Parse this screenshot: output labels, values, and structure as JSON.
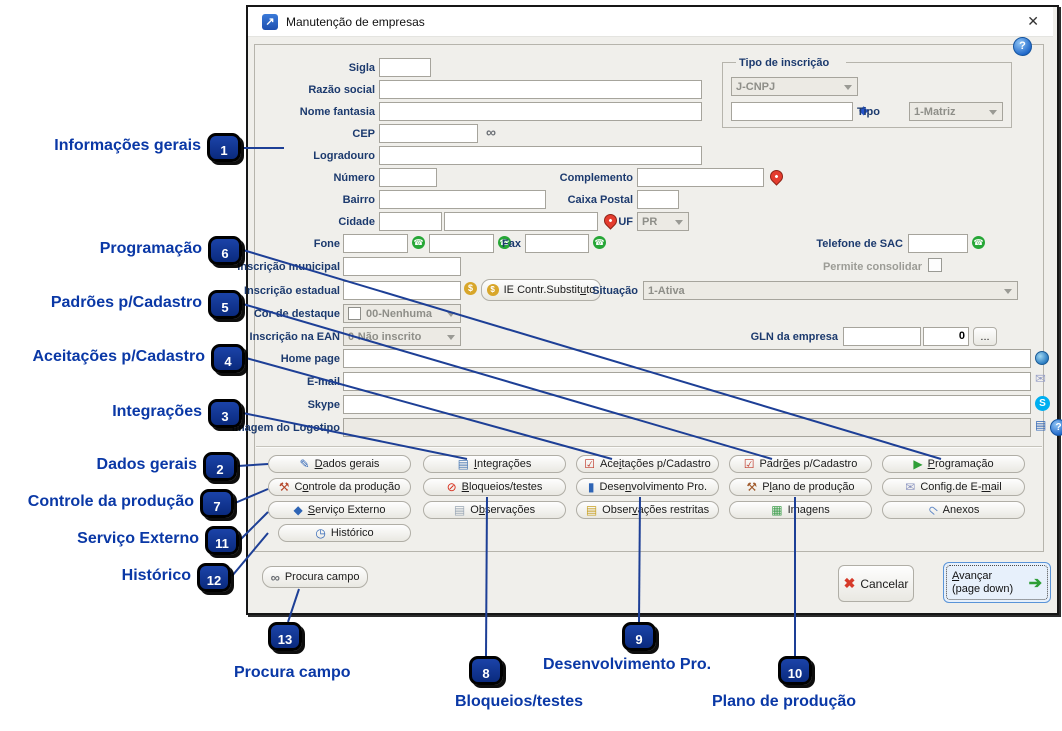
{
  "window": {
    "title": "Manutenção de empresas"
  },
  "form": {
    "sigla": {
      "label": "Sigla",
      "value": ""
    },
    "razao_social": {
      "label": "Razão social",
      "value": ""
    },
    "nome_fantasia": {
      "label": "Nome fantasia",
      "value": ""
    },
    "cep": {
      "label": "CEP",
      "value": ""
    },
    "logradouro": {
      "label": "Logradouro",
      "value": ""
    },
    "numero": {
      "label": "Número",
      "value": ""
    },
    "complemento": {
      "label": "Complemento",
      "value": ""
    },
    "bairro": {
      "label": "Bairro",
      "value": ""
    },
    "caixa_postal": {
      "label": "Caixa Postal",
      "value": ""
    },
    "cidade": {
      "label": "Cidade",
      "value": ""
    },
    "uf": {
      "label": "UF",
      "value": "PR"
    },
    "fone": {
      "label": "Fone",
      "value": ""
    },
    "fax": {
      "label": "Fax",
      "value": ""
    },
    "telefone_sac": {
      "label": "Telefone de SAC",
      "value": ""
    },
    "inscricao_municipal": {
      "label": "Inscrição municipal",
      "value": ""
    },
    "permite_consolidar": {
      "label": "Permite consolidar",
      "checked": false
    },
    "inscricao_estadual": {
      "label": "Inscrição estadual",
      "value": ""
    },
    "ie_contr_substituto": {
      "label": "IE Contr.Substituto"
    },
    "situacao": {
      "label": "Situação",
      "value": "1-Ativa"
    },
    "cor_destaque": {
      "label": "Cor de destaque",
      "value": "00-Nenhuma"
    },
    "inscricao_ean": {
      "label": "Inscrição na EAN",
      "value": "0-Não inscrito"
    },
    "gln": {
      "label": "GLN da empresa",
      "value1": "",
      "value2": "0",
      "more_button": "..."
    },
    "home_page": {
      "label": "Home page",
      "value": ""
    },
    "email": {
      "label": "E-mail",
      "value": ""
    },
    "skype": {
      "label": "Skype",
      "value": ""
    },
    "imagem_logotipo": {
      "label": "Imagem do Logotipo",
      "value": ""
    },
    "tipo_inscricao": {
      "title": "Tipo de inscrição",
      "tipo_value": "J-CNPJ",
      "tipo_label": "Tipo",
      "matriz_value": "1-Matriz"
    }
  },
  "grid_buttons": [
    {
      "label": "Dados gerais",
      "icon": "notepad-pen-icon",
      "mn": 0
    },
    {
      "label": "Integrações",
      "icon": "database-icon",
      "mn": 0
    },
    {
      "label": "Aceitações p/Cadastro",
      "icon": "checklist-red-icon",
      "mn": 3
    },
    {
      "label": "Padrões p/Cadastro",
      "icon": "checklist-red-icon",
      "mn": 4
    },
    {
      "label": "Programação",
      "icon": "play-green-icon",
      "mn": 0
    },
    {
      "label": "Controle da produção",
      "icon": "toolbox-red-icon",
      "mn": 1
    },
    {
      "label": "Bloqueios/testes",
      "icon": "block-icon",
      "mn": 0
    },
    {
      "label": "Desenvolvimento Pro.",
      "icon": "battery-blue-icon",
      "mn": 4
    },
    {
      "label": "Plano de produção",
      "icon": "toolbox-arrow-icon",
      "mn": 1
    },
    {
      "label": "Config.de E-mail",
      "icon": "envelope-icon",
      "mn": 12
    },
    {
      "label": "Serviço Externo",
      "icon": "cubes-blue-icon",
      "mn": 0
    },
    {
      "label": "Observações",
      "icon": "notes-icon",
      "mn": 1
    },
    {
      "label": "Observações restritas",
      "icon": "notes-lock-icon",
      "mn": 5
    },
    {
      "label": "Imagens",
      "icon": "image-icon",
      "mn": null
    },
    {
      "label": "Anexos",
      "icon": "paperclip-icon",
      "mn": null
    },
    {
      "label": "Histórico",
      "icon": "clock-icon",
      "mn": null
    }
  ],
  "footer": {
    "procura_campo": "Procura campo",
    "cancelar": "Cancelar",
    "avancar_line1": "Avançar",
    "avancar_line2": "(page down)"
  },
  "annotations": [
    {
      "num": "1",
      "label": "Informações gerais"
    },
    {
      "num": "6",
      "label": "Programação"
    },
    {
      "num": "5",
      "label": "Padrões p/Cadastro"
    },
    {
      "num": "4",
      "label": "Aceitações p/Cadastro"
    },
    {
      "num": "3",
      "label": "Integrações"
    },
    {
      "num": "2",
      "label": "Dados gerais"
    },
    {
      "num": "7",
      "label": "Controle da produção"
    },
    {
      "num": "11",
      "label": "Serviço Externo"
    },
    {
      "num": "12",
      "label": "Histórico"
    },
    {
      "num": "13",
      "label": "Procura campo"
    },
    {
      "num": "8",
      "label": "Bloqueios/testes"
    },
    {
      "num": "9",
      "label": "Desenvolvimento Pro."
    },
    {
      "num": "10",
      "label": "Plano de produção"
    }
  ],
  "colors": {
    "annotation_blue": "#0a38a6",
    "badge_navy": "#0c2f8a",
    "connector_blue": "#1d3f96",
    "label_navy": "#1c3a6e",
    "whatsapp_green": "#27a737",
    "disabled_text": "#8e8e88"
  }
}
